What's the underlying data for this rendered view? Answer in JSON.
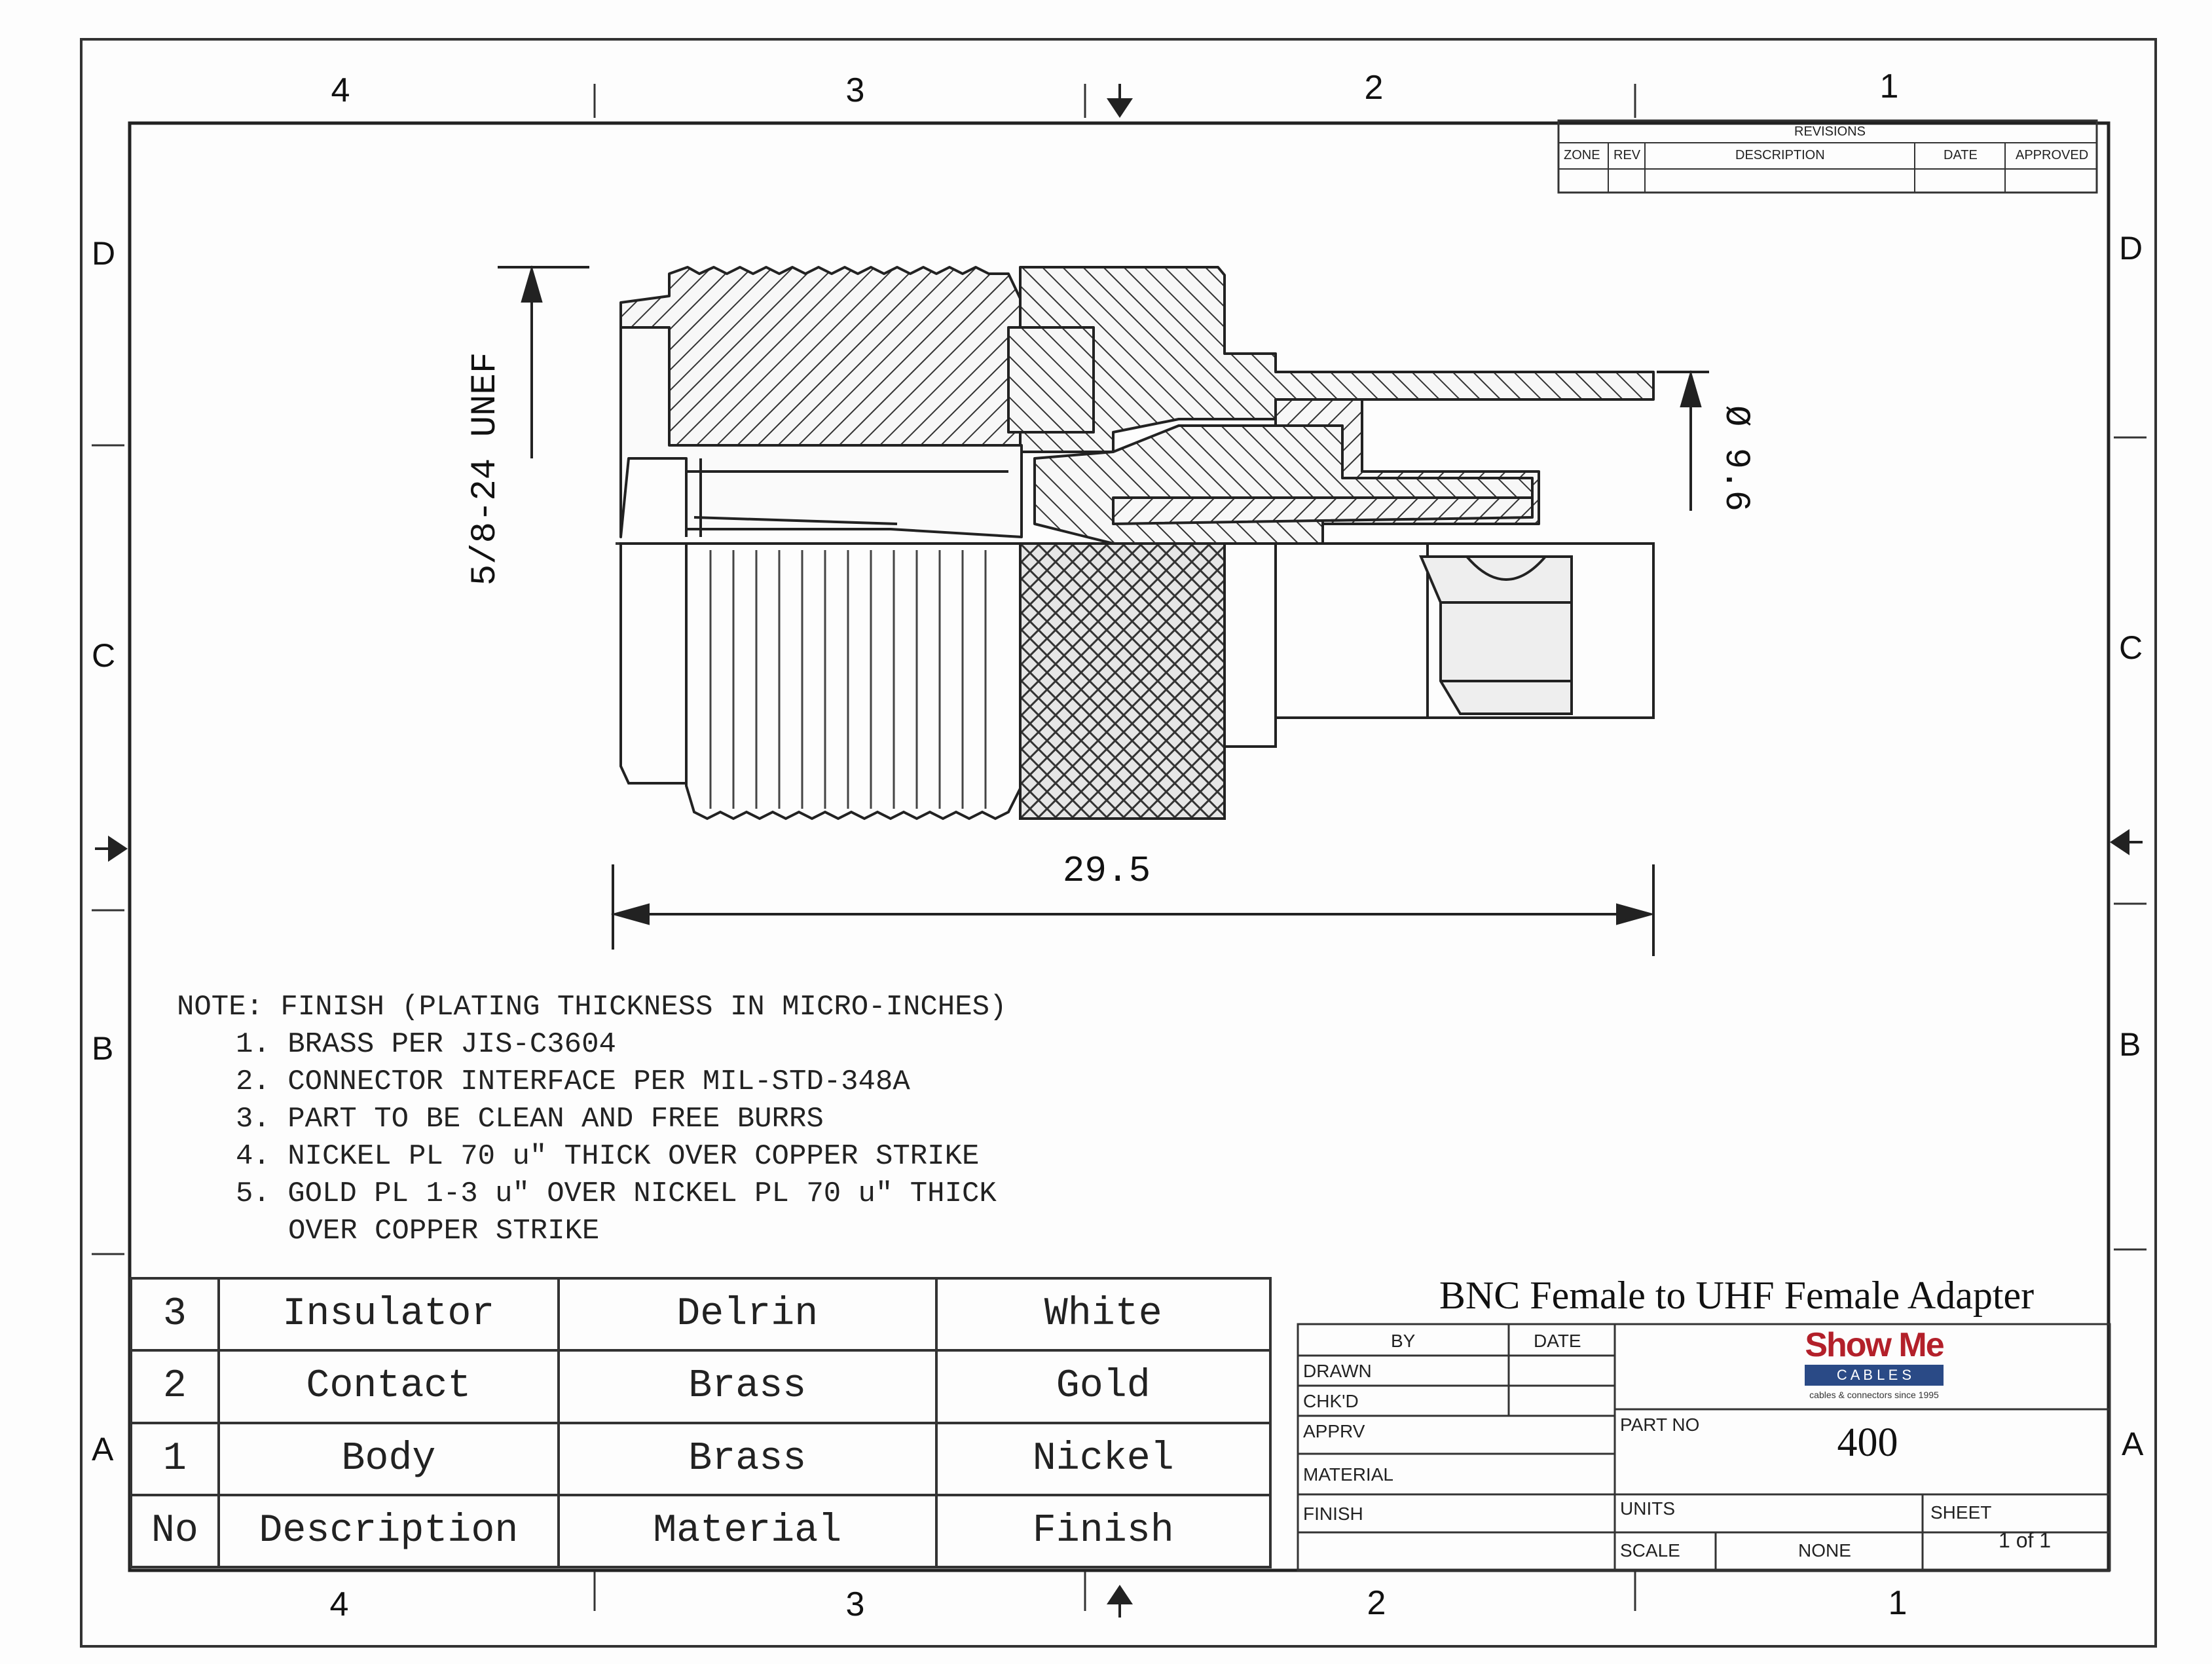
{
  "zones": {
    "columns": [
      "4",
      "3",
      "2",
      "1"
    ],
    "rows": [
      "D",
      "C",
      "B",
      "A"
    ]
  },
  "revisions": {
    "title": "REVISIONS",
    "headers": [
      "ZONE",
      "REV",
      "DESCRIPTION",
      "DATE",
      "APPROVED"
    ]
  },
  "dimensions": {
    "thread": "5/8-24 UNEF",
    "diameter": "Ø 9.6",
    "length": "29.5"
  },
  "notes": {
    "heading": "NOTE: FINISH (PLATING THICKNESS IN MICRO-INCHES)",
    "items": [
      "1. BRASS PER JIS-C3604",
      "2. CONNECTOR INTERFACE PER MIL-STD-348A",
      "3. PART TO BE CLEAN AND FREE BURRS",
      "4. NICKEL PL 70 u\" THICK OVER COPPER STRIKE",
      "5. GOLD PL 1-3 u\" OVER NICKEL PL 70 u\" THICK"
    ],
    "continuation": "OVER COPPER STRIKE"
  },
  "bom": {
    "rows": [
      [
        "3",
        "Insulator",
        "Delrin",
        "White"
      ],
      [
        "2",
        "Contact",
        "Brass",
        "Gold"
      ],
      [
        "1",
        "Body",
        "Brass",
        "Nickel"
      ]
    ],
    "header": [
      "No",
      "Description",
      "Material",
      "Finish"
    ]
  },
  "title_block": {
    "title": "BNC Female to UHF Female Adapter",
    "by": "BY",
    "date": "DATE",
    "drawn": "DRAWN",
    "checked": "CHK'D",
    "approved": "APPRV",
    "material": "MATERIAL",
    "finish": "FINISH",
    "part_no_label": "PART NO",
    "part_no": "400",
    "units_label": "UNITS",
    "scale_label": "SCALE",
    "scale": "NONE",
    "sheet_label": "SHEET",
    "sheet": "1 of 1",
    "logo_main": "Show Me",
    "logo_band": "C A B L E S",
    "logo_tagline": "cables & connectors since 1995",
    "logo_colors": {
      "main": "#b3202a",
      "band": "#2a4a86"
    }
  }
}
